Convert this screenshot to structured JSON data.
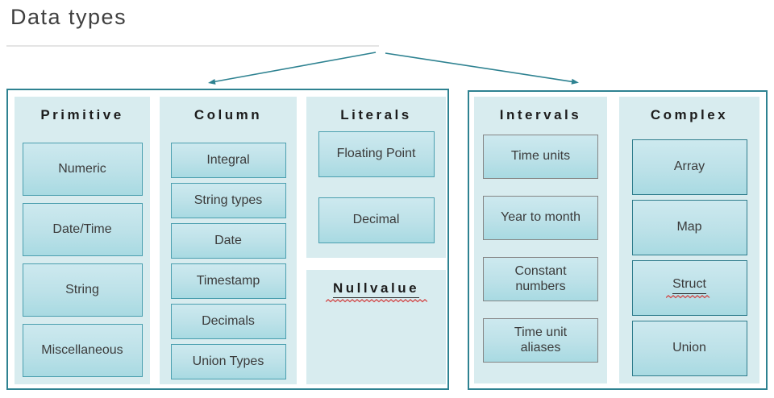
{
  "title": "Data types",
  "colors": {
    "accent_teal": "#2E8291",
    "panel_bg": "#D8ECEF",
    "box_border_teal": "#4B9FAF",
    "box_border_dark_teal": "#2F7D8D",
    "box_border_gray": "#858585",
    "box_fill_top": "#CDE9EF",
    "box_fill_bottom": "#A8DAE2",
    "spellcheck_red": "#D24B4B"
  },
  "groups": [
    {
      "panels": [
        {
          "header": "Primitive",
          "items": [
            "Numeric",
            "Date/Time",
            "String",
            "Miscellaneous"
          ]
        },
        {
          "header": "Column",
          "items": [
            "Integral",
            "String types",
            "Date",
            "Timestamp",
            "Decimals",
            "Union Types"
          ]
        },
        {
          "header": "Literals",
          "items": [
            "Floating Point",
            "Decimal"
          ]
        },
        {
          "header": "Nullvalue",
          "items": []
        }
      ]
    },
    {
      "panels": [
        {
          "header": "Intervals",
          "items": [
            "Time units",
            "Year to month",
            "Constant\nnumbers",
            "Time unit\naliases"
          ]
        },
        {
          "header": "Complex",
          "items": [
            "Array",
            "Map",
            "Struct",
            "Union"
          ]
        }
      ]
    }
  ]
}
